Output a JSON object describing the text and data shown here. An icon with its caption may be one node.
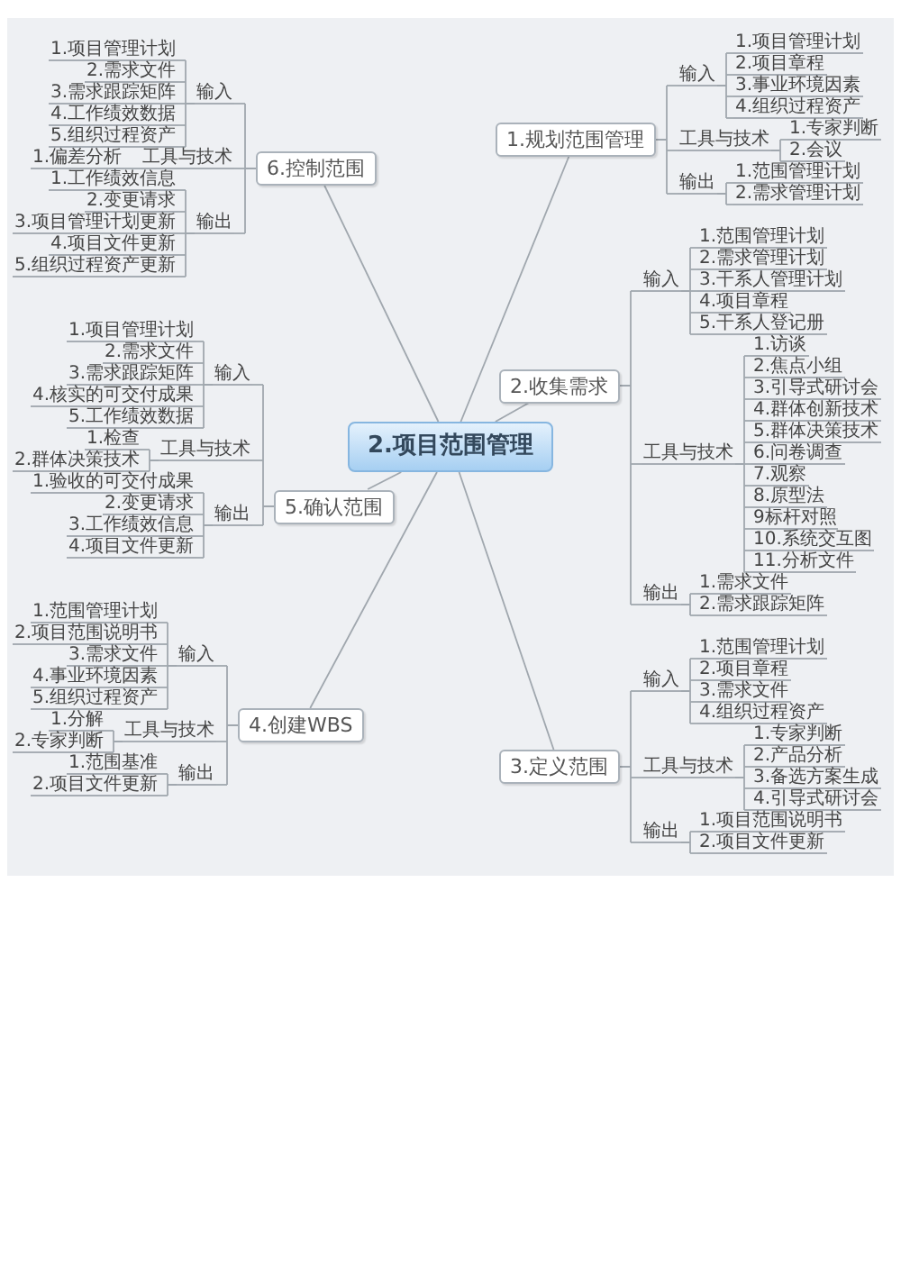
{
  "diagram": {
    "nodes": [
      {
        "text": [
          "2.项目范围管理"
        ]
      },
      {
        "text": [
          "1.规划范围管理"
        ]
      },
      {
        "text": [
          "输入"
        ]
      },
      {
        "text": [
          "1.项目管理计划"
        ]
      },
      {
        "text": [
          "2.项目章程"
        ]
      },
      {
        "text": [
          "3.事业环境因素"
        ]
      },
      {
        "text": [
          "4.组织过程资产"
        ]
      },
      {
        "text": [
          "工具与技术"
        ]
      },
      {
        "text": [
          "1.专家判断"
        ]
      },
      {
        "text": [
          "2.会议"
        ]
      },
      {
        "text": [
          "输出"
        ]
      },
      {
        "text": [
          "1.范围管理计划"
        ]
      },
      {
        "text": [
          "2.需求管理计划"
        ]
      },
      {
        "text": [
          "2.收集需求"
        ]
      },
      {
        "text": [
          "输入"
        ]
      },
      {
        "text": [
          "1.范围管理计划"
        ]
      },
      {
        "text": [
          "2.需求管理计划"
        ]
      },
      {
        "text": [
          "3.干系人管理计划"
        ]
      },
      {
        "text": [
          "4.项目章程"
        ]
      },
      {
        "text": [
          "5.干系人登记册"
        ]
      },
      {
        "text": [
          "工具与技术"
        ]
      },
      {
        "text": [
          "1.访谈"
        ]
      },
      {
        "text": [
          "2.焦点小组"
        ]
      },
      {
        "text": [
          "3.引导式研讨会"
        ]
      },
      {
        "text": [
          "4.群体创新技术"
        ]
      },
      {
        "text": [
          "5.群体决策技术"
        ]
      },
      {
        "text": [
          "6.问卷调查"
        ]
      },
      {
        "text": [
          "7.观察"
        ]
      },
      {
        "text": [
          "8.原型法"
        ]
      },
      {
        "text": [
          "9标杆对照"
        ]
      },
      {
        "text": [
          "10.系统交互图"
        ]
      },
      {
        "text": [
          "11.分析文件"
        ]
      },
      {
        "text": [
          "输出"
        ]
      },
      {
        "text": [
          "1.需求文件"
        ]
      },
      {
        "text": [
          "2.需求跟踪矩阵"
        ]
      },
      {
        "text": [
          "3.定义范围"
        ]
      },
      {
        "text": [
          "输入"
        ]
      },
      {
        "text": [
          "1.范围管理计划"
        ]
      },
      {
        "text": [
          "2.项目章程"
        ]
      },
      {
        "text": [
          "3.需求文件"
        ]
      },
      {
        "text": [
          "4.组织过程资产"
        ]
      },
      {
        "text": [
          "工具与技术"
        ]
      },
      {
        "text": [
          "1.专家判断"
        ]
      },
      {
        "text": [
          "2.产品分析"
        ]
      },
      {
        "text": [
          "3.备选方案生成"
        ]
      },
      {
        "text": [
          "4.引导式研讨会"
        ]
      },
      {
        "text": [
          "输出"
        ]
      },
      {
        "text": [
          "1.项目范围说明书"
        ]
      },
      {
        "text": [
          "2.项目文件更新"
        ]
      },
      {
        "text": [
          "4.创建WBS"
        ]
      },
      {
        "text": [
          "输入"
        ]
      },
      {
        "text": [
          "1.范围管理计划"
        ]
      },
      {
        "text": [
          "2.项目范围说明书"
        ]
      },
      {
        "text": [
          "3.需求文件"
        ]
      },
      {
        "text": [
          "4.事业环境因素"
        ]
      },
      {
        "text": [
          "5.组织过程资产"
        ]
      },
      {
        "text": [
          "工具与技术"
        ]
      },
      {
        "text": [
          "1.分解"
        ]
      },
      {
        "text": [
          "2.专家判断"
        ]
      },
      {
        "text": [
          "输出"
        ]
      },
      {
        "text": [
          "1.范围基准"
        ]
      },
      {
        "text": [
          "2.项目文件更新"
        ]
      },
      {
        "text": [
          "5.确认范围"
        ]
      },
      {
        "text": [
          "输入"
        ]
      },
      {
        "text": [
          "1.项目管理计划"
        ]
      },
      {
        "text": [
          "2.需求文件"
        ]
      },
      {
        "text": [
          "3.需求跟踪矩阵"
        ]
      },
      {
        "text": [
          "4.核实的可交付成果"
        ]
      },
      {
        "text": [
          "5.工作绩效数据"
        ]
      },
      {
        "text": [
          "工具与技术"
        ]
      },
      {
        "text": [
          "1.检查"
        ]
      },
      {
        "text": [
          "2.群体决策技术"
        ]
      },
      {
        "text": [
          "输出"
        ]
      },
      {
        "text": [
          "1.验收的可交付成果"
        ]
      },
      {
        "text": [
          "2.变更请求"
        ]
      },
      {
        "text": [
          "3.工作绩效信息"
        ]
      },
      {
        "text": [
          "4.项目文件更新"
        ]
      },
      {
        "text": [
          "6.控制范围"
        ]
      },
      {
        "text": [
          "输入"
        ]
      },
      {
        "text": [
          "1.项目管理计划"
        ]
      },
      {
        "text": [
          "2.需求文件"
        ]
      },
      {
        "text": [
          "3.需求跟踪矩阵"
        ]
      },
      {
        "text": [
          "4.工作绩效数据"
        ]
      },
      {
        "text": [
          "5.组织过程资产"
        ]
      },
      {
        "text": [
          "工具与技术"
        ]
      },
      {
        "text": [
          "1.偏差分析"
        ]
      },
      {
        "text": [
          "输出"
        ]
      },
      {
        "text": [
          "1.工作绩效信息"
        ]
      },
      {
        "text": [
          "2.变更请求"
        ]
      },
      {
        "text": [
          "3.项目管理计划更新"
        ]
      },
      {
        "text": [
          "4.项目文件更新"
        ]
      },
      {
        "text": [
          "5.组织过程资产更新"
        ]
      }
    ],
    "edges": [
      {
        "from": 0,
        "to": 1,
        "arrow": "none"
      },
      {
        "from": 1,
        "to": 2,
        "arrow": "none"
      },
      {
        "from": 2,
        "to": 3,
        "arrow": "none"
      },
      {
        "from": 2,
        "to": 4,
        "arrow": "none"
      },
      {
        "from": 2,
        "to": 5,
        "arrow": "none"
      },
      {
        "from": 2,
        "to": 6,
        "arrow": "none"
      },
      {
        "from": 1,
        "to": 7,
        "arrow": "none"
      },
      {
        "from": 7,
        "to": 8,
        "arrow": "none"
      },
      {
        "from": 7,
        "to": 9,
        "arrow": "none"
      },
      {
        "from": 1,
        "to": 10,
        "arrow": "none"
      },
      {
        "from": 10,
        "to": 11,
        "arrow": "none"
      },
      {
        "from": 10,
        "to": 12,
        "arrow": "none"
      },
      {
        "from": 0,
        "to": 13,
        "arrow": "none"
      },
      {
        "from": 13,
        "to": 14,
        "arrow": "none"
      },
      {
        "from": 14,
        "to": 15,
        "arrow": "none"
      },
      {
        "from": 14,
        "to": 16,
        "arrow": "none"
      },
      {
        "from": 14,
        "to": 17,
        "arrow": "none"
      },
      {
        "from": 14,
        "to": 18,
        "arrow": "none"
      },
      {
        "from": 14,
        "to": 19,
        "arrow": "none"
      },
      {
        "from": 13,
        "to": 20,
        "arrow": "none"
      },
      {
        "from": 20,
        "to": 21,
        "arrow": "none"
      },
      {
        "from": 20,
        "to": 22,
        "arrow": "none"
      },
      {
        "from": 20,
        "to": 23,
        "arrow": "none"
      },
      {
        "from": 20,
        "to": 24,
        "arrow": "none"
      },
      {
        "from": 20,
        "to": 25,
        "arrow": "none"
      },
      {
        "from": 20,
        "to": 26,
        "arrow": "none"
      },
      {
        "from": 20,
        "to": 27,
        "arrow": "none"
      },
      {
        "from": 20,
        "to": 28,
        "arrow": "none"
      },
      {
        "from": 20,
        "to": 29,
        "arrow": "none"
      },
      {
        "from": 20,
        "to": 30,
        "arrow": "none"
      },
      {
        "from": 20,
        "to": 31,
        "arrow": "none"
      },
      {
        "from": 13,
        "to": 32,
        "arrow": "none"
      },
      {
        "from": 32,
        "to": 33,
        "arrow": "none"
      },
      {
        "from": 32,
        "to": 34,
        "arrow": "none"
      },
      {
        "from": 0,
        "to": 35,
        "arrow": "none"
      },
      {
        "from": 35,
        "to": 36,
        "arrow": "none"
      },
      {
        "from": 36,
        "to": 37,
        "arrow": "none"
      },
      {
        "from": 36,
        "to": 38,
        "arrow": "none"
      },
      {
        "from": 36,
        "to": 39,
        "arrow": "none"
      },
      {
        "from": 36,
        "to": 40,
        "arrow": "none"
      },
      {
        "from": 35,
        "to": 41,
        "arrow": "none"
      },
      {
        "from": 41,
        "to": 42,
        "arrow": "none"
      },
      {
        "from": 41,
        "to": 43,
        "arrow": "none"
      },
      {
        "from": 41,
        "to": 44,
        "arrow": "none"
      },
      {
        "from": 41,
        "to": 45,
        "arrow": "none"
      },
      {
        "from": 35,
        "to": 46,
        "arrow": "none"
      },
      {
        "from": 46,
        "to": 47,
        "arrow": "none"
      },
      {
        "from": 46,
        "to": 48,
        "arrow": "none"
      },
      {
        "from": 0,
        "to": 49,
        "arrow": "none"
      },
      {
        "from": 49,
        "to": 50,
        "arrow": "none"
      },
      {
        "from": 50,
        "to": 51,
        "arrow": "none"
      },
      {
        "from": 50,
        "to": 52,
        "arrow": "none"
      },
      {
        "from": 50,
        "to": 53,
        "arrow": "none"
      },
      {
        "from": 50,
        "to": 54,
        "arrow": "none"
      },
      {
        "from": 50,
        "to": 55,
        "arrow": "none"
      },
      {
        "from": 49,
        "to": 56,
        "arrow": "none"
      },
      {
        "from": 56,
        "to": 57,
        "arrow": "none"
      },
      {
        "from": 56,
        "to": 58,
        "arrow": "none"
      },
      {
        "from": 49,
        "to": 59,
        "arrow": "none"
      },
      {
        "from": 59,
        "to": 60,
        "arrow": "none"
      },
      {
        "from": 59,
        "to": 61,
        "arrow": "none"
      },
      {
        "from": 0,
        "to": 62,
        "arrow": "none"
      },
      {
        "from": 62,
        "to": 63,
        "arrow": "none"
      },
      {
        "from": 63,
        "to": 64,
        "arrow": "none"
      },
      {
        "from": 63,
        "to": 65,
        "arrow": "none"
      },
      {
        "from": 63,
        "to": 66,
        "arrow": "none"
      },
      {
        "from": 63,
        "to": 67,
        "arrow": "none"
      },
      {
        "from": 63,
        "to": 68,
        "arrow": "none"
      },
      {
        "from": 62,
        "to": 69,
        "arrow": "none"
      },
      {
        "from": 69,
        "to": 70,
        "arrow": "none"
      },
      {
        "from": 69,
        "to": 71,
        "arrow": "none"
      },
      {
        "from": 62,
        "to": 72,
        "arrow": "none"
      },
      {
        "from": 72,
        "to": 73,
        "arrow": "none"
      },
      {
        "from": 72,
        "to": 74,
        "arrow": "none"
      },
      {
        "from": 72,
        "to": 75,
        "arrow": "none"
      },
      {
        "from": 72,
        "to": 76,
        "arrow": "none"
      },
      {
        "from": 0,
        "to": 77,
        "arrow": "none"
      },
      {
        "from": 77,
        "to": 78,
        "arrow": "none"
      },
      {
        "from": 78,
        "to": 79,
        "arrow": "none"
      },
      {
        "from": 78,
        "to": 80,
        "arrow": "none"
      },
      {
        "from": 78,
        "to": 81,
        "arrow": "none"
      },
      {
        "from": 78,
        "to": 82,
        "arrow": "none"
      },
      {
        "from": 78,
        "to": 83,
        "arrow": "none"
      },
      {
        "from": 77,
        "to": 84,
        "arrow": "none"
      },
      {
        "from": 84,
        "to": 85,
        "arrow": "none"
      },
      {
        "from": 77,
        "to": 86,
        "arrow": "none"
      },
      {
        "from": 86,
        "to": 87,
        "arrow": "none"
      },
      {
        "from": 86,
        "to": 88,
        "arrow": "none"
      },
      {
        "from": 86,
        "to": 89,
        "arrow": "none"
      },
      {
        "from": 86,
        "to": 90,
        "arrow": "none"
      },
      {
        "from": 86,
        "to": 91,
        "arrow": "none"
      }
    ]
  }
}
